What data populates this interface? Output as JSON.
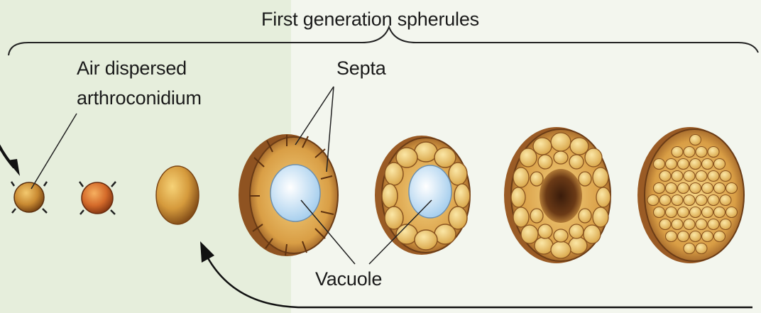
{
  "labels": {
    "title": "First generation spherules",
    "arthroconidium_line1": "Air dispersed",
    "arthroconidium_line2": "arthroconidium",
    "septa": "Septa",
    "vacuole": "Vacuole"
  },
  "colors": {
    "background_left": "#e6eedc",
    "background_right": "#f3f6ee",
    "spherule_gold": "#d9a443",
    "spherule_dark": "#6b3c16",
    "spherule_light": "#f5d888",
    "vacuole_blue": "#cfe6f5",
    "cell_highlight": "#f2d48a",
    "line": "#222222"
  },
  "icons": [
    "arrow-in-icon",
    "return-arrow-icon"
  ]
}
